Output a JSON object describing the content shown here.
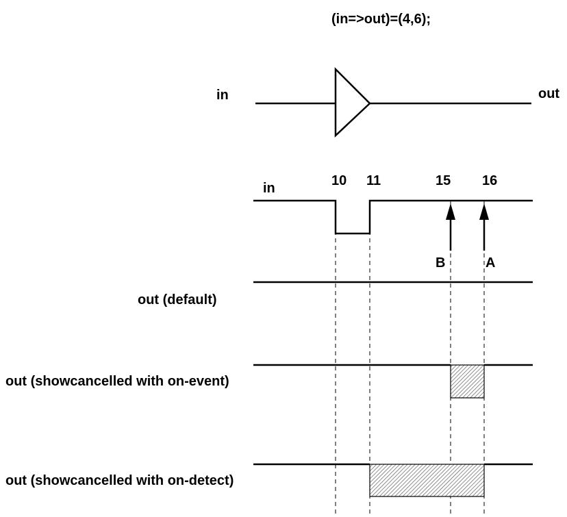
{
  "header": {
    "delay_spec": "(in=>out)=(4,6);"
  },
  "buffer": {
    "input_label": "in",
    "output_label": "out"
  },
  "timing": {
    "times": [
      "10",
      "11",
      "15",
      "16"
    ],
    "input_signal_label": "in",
    "markers": [
      {
        "label": "B",
        "at_time": "15"
      },
      {
        "label": "A",
        "at_time": "16"
      }
    ],
    "outputs": [
      {
        "label": "out (default)"
      },
      {
        "label": "out (showcancelled with on-event)"
      },
      {
        "label": "out (showcancelled with on-detect)"
      }
    ]
  },
  "colors": {
    "line": "#000000",
    "hatch": "#555555",
    "background": "#ffffff"
  }
}
